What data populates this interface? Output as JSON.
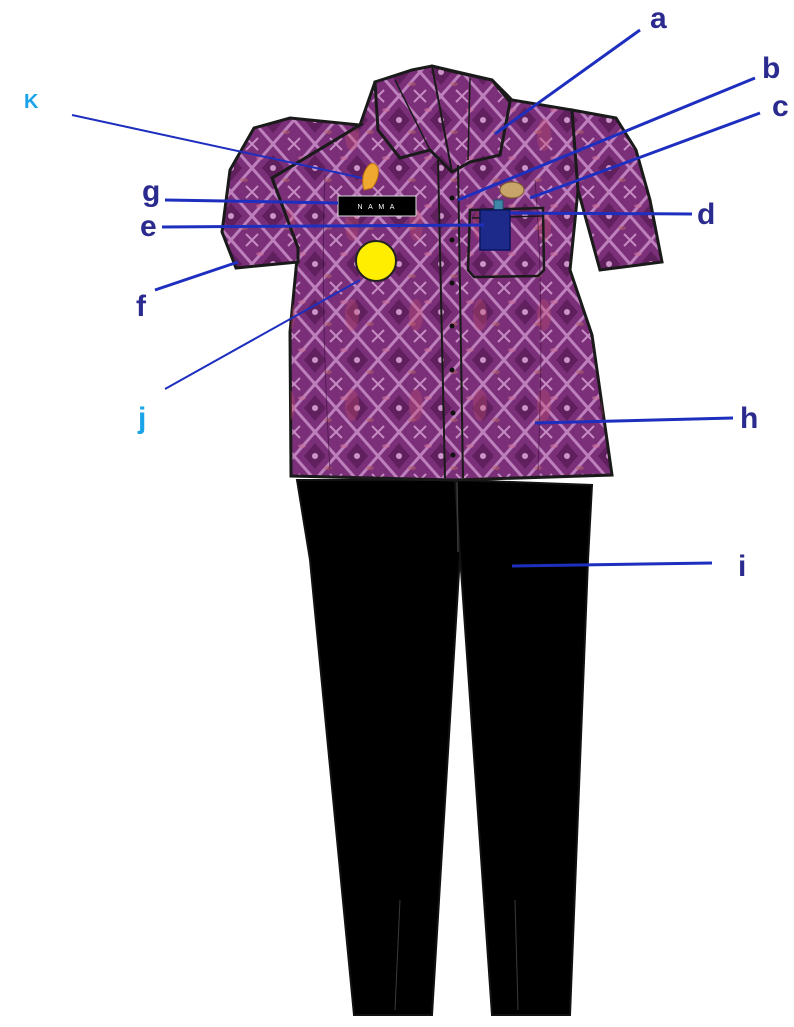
{
  "name_tag_text": "N A M A",
  "labels": {
    "a": "a",
    "b": "b",
    "c": "c",
    "d": "d",
    "e": "e",
    "f": "f",
    "g": "g",
    "h": "h",
    "i": "i",
    "j": "j",
    "k": "K"
  },
  "colors": {
    "fabric": "#7a2f78",
    "fabric_dark": "#4a1449",
    "fabric_light": "#d49ad3",
    "trousers": "#000000",
    "leader_line": "#1e2fbf",
    "label_navy": "#2b2b8f",
    "label_cyan": "#1aa3e8",
    "badge_yellow": "#ffee00",
    "brooch_gold": "#f0a830",
    "pocket_badge": "#1e2a8a"
  }
}
